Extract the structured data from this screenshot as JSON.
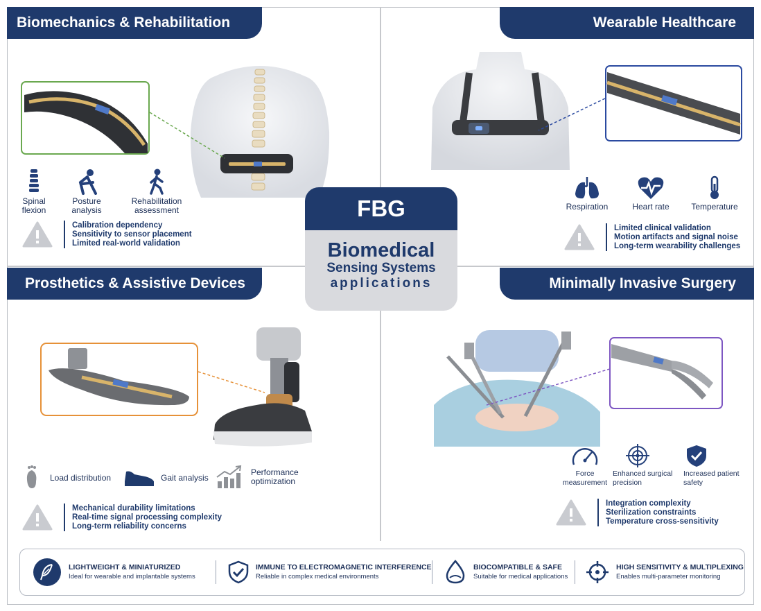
{
  "center": {
    "top": "FBG",
    "line1": "Biomedical",
    "line2": "Sensing Systems",
    "line3": "applications"
  },
  "quadrants": {
    "biomechanics": {
      "title": "Biomechanics & Rehabilitation",
      "icons": [
        {
          "icon": "spine-icon",
          "label_l1": "Spinal",
          "label_l2": "flexion"
        },
        {
          "icon": "posture-icon",
          "label_l1": "Posture",
          "label_l2": "analysis"
        },
        {
          "icon": "walking-icon",
          "label_l1": "Rehabilitation",
          "label_l2": "assessment"
        }
      ],
      "limitations": [
        "Calibration dependency",
        "Sensitivity to sensor placement",
        "Limited real-world validation"
      ]
    },
    "wearable": {
      "title": "Wearable Healthcare",
      "icons": [
        {
          "icon": "lungs-icon",
          "label": "Respiration"
        },
        {
          "icon": "heart-rate-icon",
          "label": "Heart rate"
        },
        {
          "icon": "thermometer-icon",
          "label": "Temperature"
        }
      ],
      "limitations": [
        "Limited clinical validation",
        "Motion artifacts and signal noise",
        "Long-term wearability challenges"
      ]
    },
    "prosthetics": {
      "title": "Prosthetics & Assistive Devices",
      "icons": [
        {
          "icon": "foot-icon",
          "label": "Load distribution"
        },
        {
          "icon": "shoe-icon",
          "label": "Gait analysis"
        },
        {
          "icon": "growth-chart-icon",
          "label_l1": "Performance",
          "label_l2": "optimization"
        }
      ],
      "limitations": [
        "Mechanical durability limitations",
        "Real-time signal processing complexity",
        "Long-term reliability concerns"
      ]
    },
    "surgery": {
      "title": "Minimally Invasive Surgery",
      "icons": [
        {
          "icon": "gauge-icon",
          "label_l1": "Force",
          "label_l2": "measurement"
        },
        {
          "icon": "target-icon",
          "label_l1": "Enhanced surgical",
          "label_l2": "precision"
        },
        {
          "icon": "shield-check-icon",
          "label_l1": "Increased patient",
          "label_l2": "safety"
        }
      ],
      "limitations": [
        "Integration complexity",
        "Sterilization constraints",
        "Temperature cross-sensitivity"
      ]
    }
  },
  "features": [
    {
      "icon": "feather-icon",
      "title": "LIGHTWEIGHT & MINIATURIZED",
      "subtitle": "Ideal for wearable and implantable systems"
    },
    {
      "icon": "shield-check-icon",
      "title": "IMMUNE TO ELECTROMAGNETIC INTERFERENCE",
      "subtitle": "Reliable in complex medical environments"
    },
    {
      "icon": "droplet-icon",
      "title": "BIOCOMPATIBLE & SAFE",
      "subtitle": "Suitable for medical applications"
    },
    {
      "icon": "crosshair-icon",
      "title": "HIGH SENSITIVITY & MULTIPLEXING",
      "subtitle": "Enables multi-parameter monitoring"
    }
  ],
  "colors": {
    "navy": "#1f3a6c",
    "biomechanics_accent": "#6aa84f",
    "wearable_accent": "#2b4aa0",
    "prosthetics_accent": "#e69138",
    "surgery_accent": "#7e57c2",
    "warning_grey": "#c9cbd0"
  }
}
